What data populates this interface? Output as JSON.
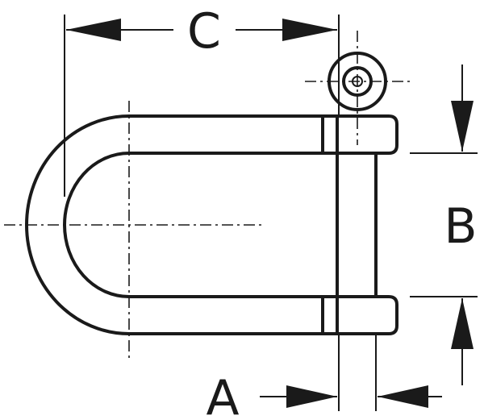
{
  "diagram": {
    "labels": {
      "c": "C",
      "b": "B",
      "a": "A"
    },
    "colors": {
      "line": "#1a1a1a",
      "background": "#ffffff"
    }
  }
}
